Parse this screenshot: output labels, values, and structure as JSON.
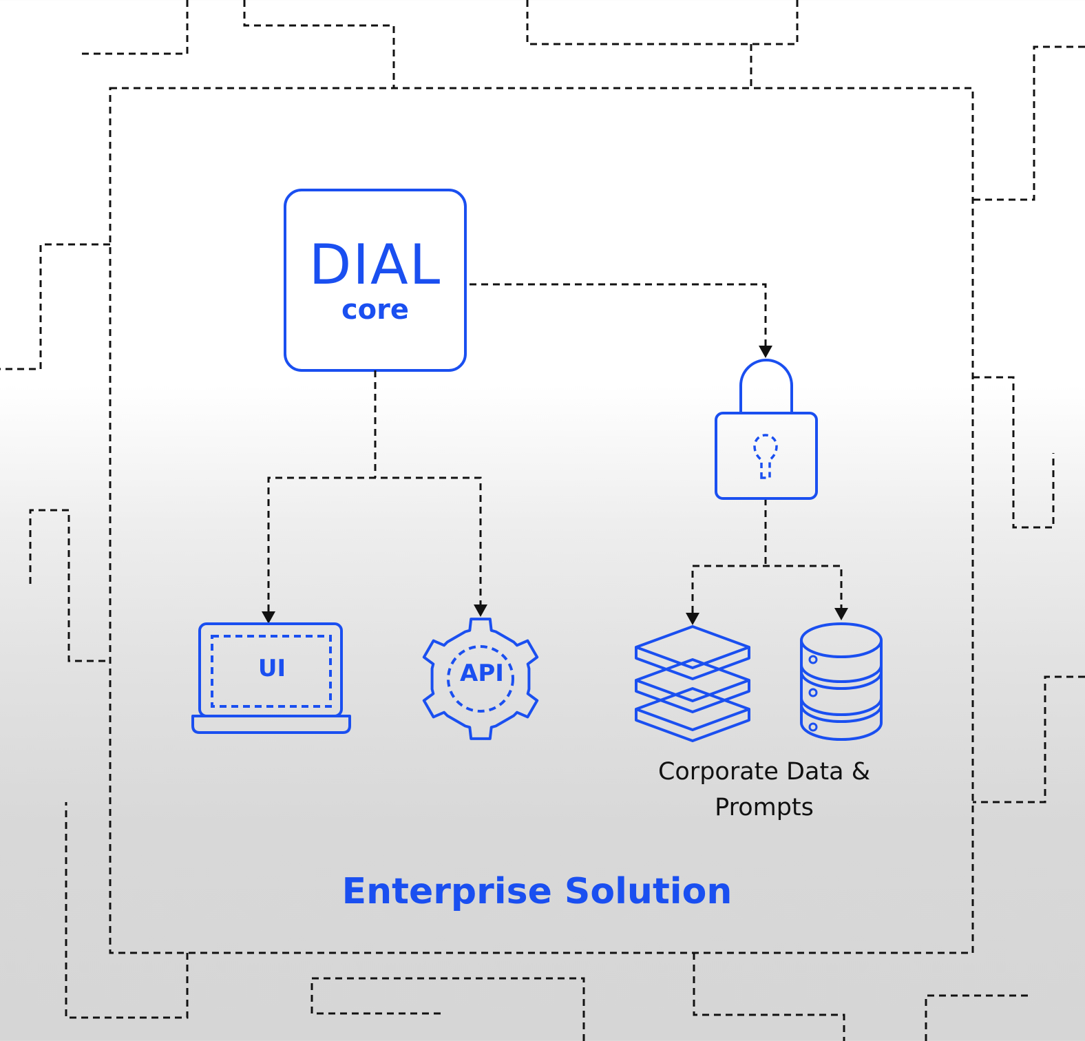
{
  "diagram": {
    "core": {
      "title": "DIAL",
      "subtitle": "core"
    },
    "ui": {
      "label": "UI"
    },
    "api": {
      "label": "API"
    },
    "data": {
      "label": "Corporate Data & Prompts"
    },
    "container": {
      "label": "Enterprise Solution"
    }
  },
  "colors": {
    "accent": "#1a4ff0",
    "line": "#111111",
    "text": "#111111"
  },
  "icons": [
    "laptop-icon",
    "gear-icon",
    "lock-icon",
    "layers-icon",
    "database-icon"
  ]
}
